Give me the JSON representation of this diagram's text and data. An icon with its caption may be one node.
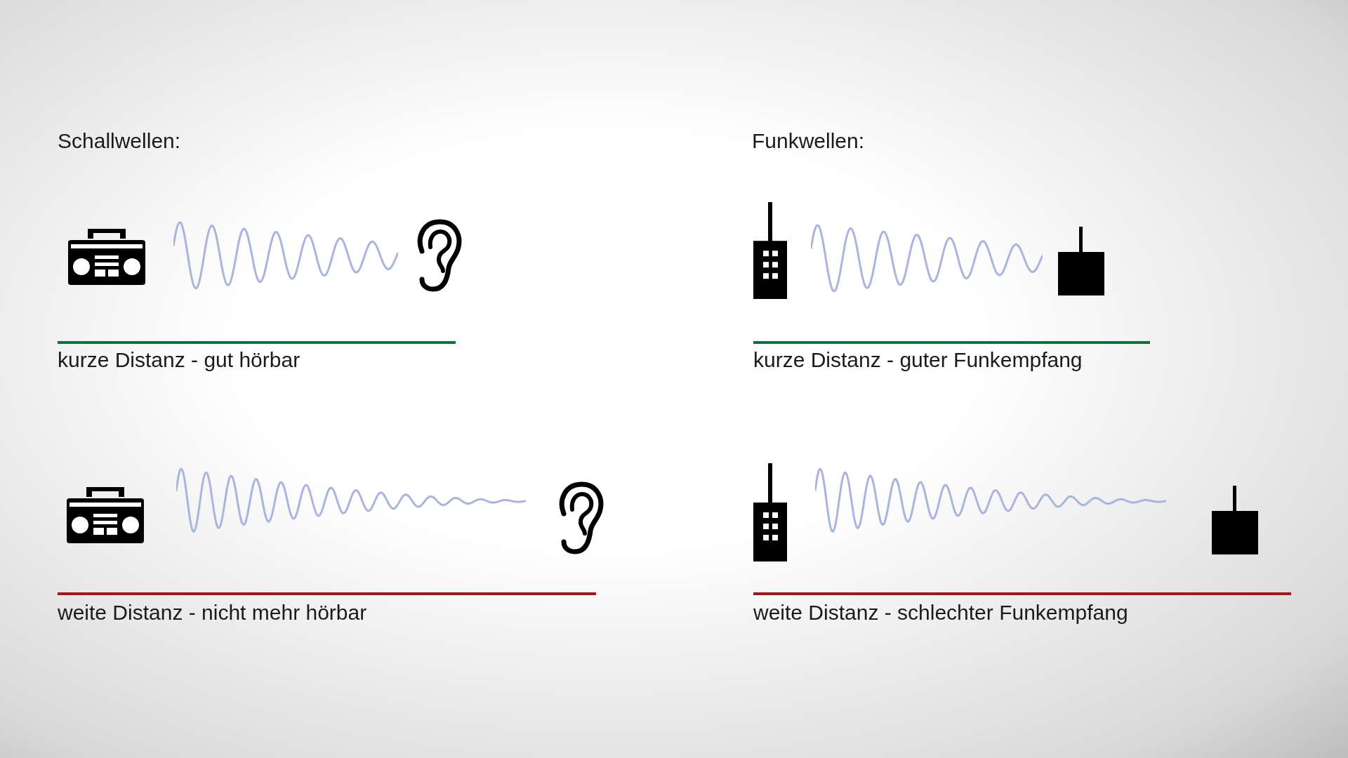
{
  "diagram": {
    "labels": [
      "Schallwellen:",
      "Funkwellen:",
      "kurze Distanz - gut hörbar",
      "kurze Distanz - guter Funkempfang",
      "weite Distanz - nicht mehr hörbar",
      "weite Distanz - schlechter Funkempfang"
    ]
  }
}
